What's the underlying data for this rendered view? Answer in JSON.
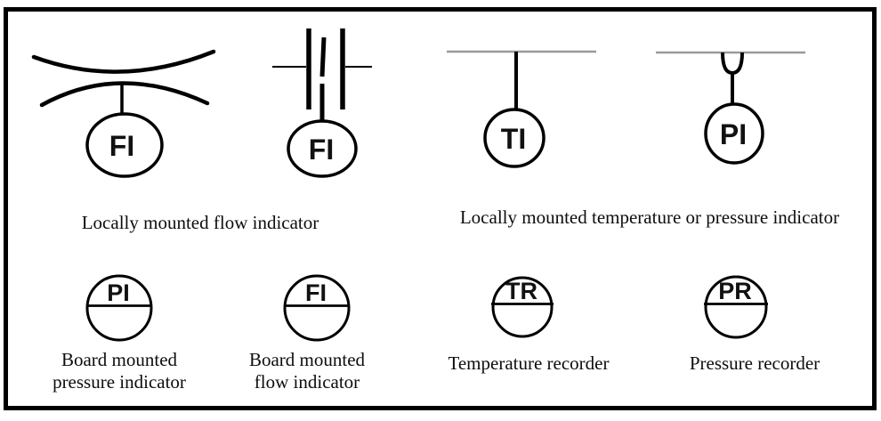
{
  "diagram": {
    "kind": "instrumentation-symbol-legend",
    "symbols": {
      "flow_venturi": {
        "tag": "FI"
      },
      "flow_orifice": {
        "tag": "FI"
      },
      "temp_local": {
        "tag": "TI"
      },
      "pressure_local": {
        "tag": "PI"
      },
      "board_pressure": {
        "tag": "PI"
      },
      "board_flow": {
        "tag": "FI"
      },
      "temp_recorder": {
        "tag": "TR"
      },
      "pressure_recorder": {
        "tag": "PR"
      }
    },
    "captions": {
      "flow_local": "Locally mounted flow indicator",
      "temp_pressure_local": "Locally mounted temperature or pressure indicator",
      "board_pressure_line1": "Board mounted",
      "board_pressure_line2": "pressure indicator",
      "board_flow_line1": "Board mounted",
      "board_flow_line2": "flow indicator",
      "temp_recorder": "Temperature recorder",
      "pressure_recorder": "Pressure recorder"
    },
    "colors": {
      "symbol_stroke": "#000000",
      "process_line_gray": "#9a9a9a",
      "text": "#0d0d0d",
      "background": "#ffffff",
      "border": "#000000"
    }
  }
}
